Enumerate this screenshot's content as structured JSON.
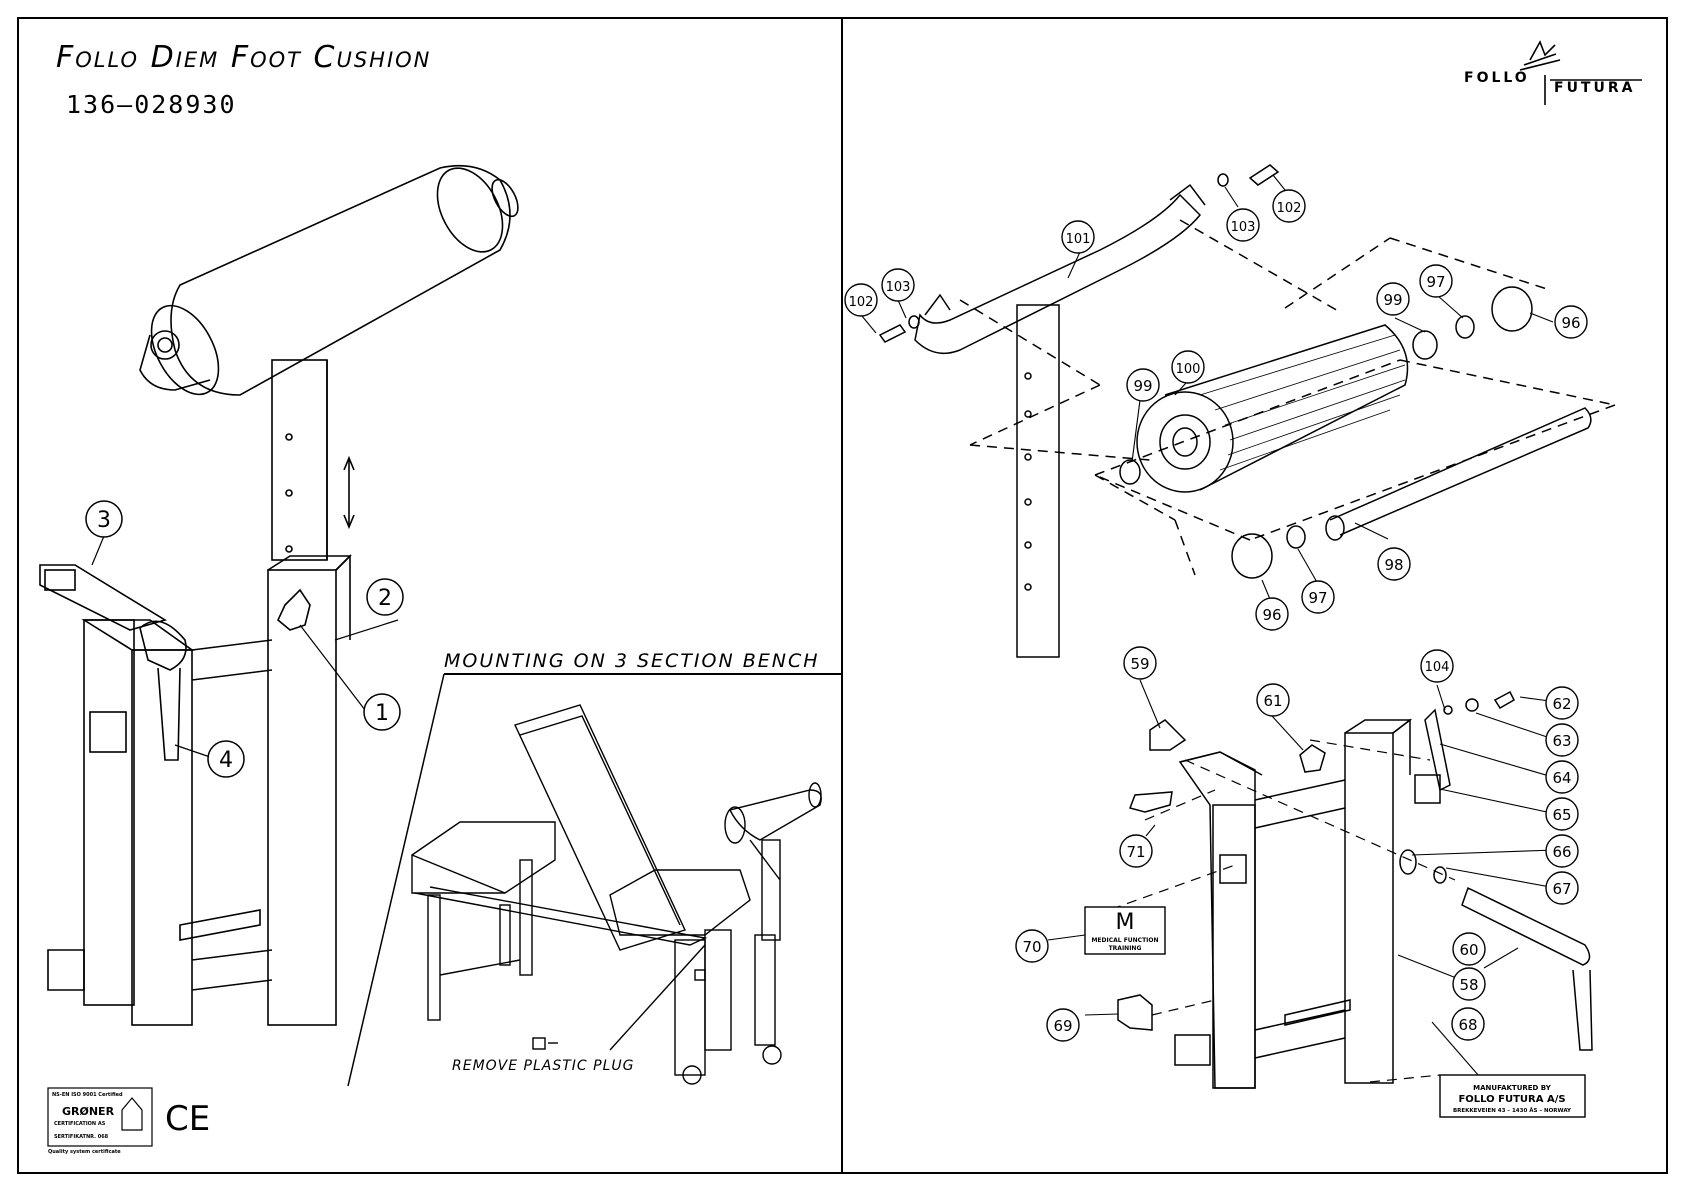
{
  "header": {
    "title": "Follo Diem Foot Cushion",
    "part_number": "136–028930",
    "brand_left": "FOLLO",
    "brand_right": "FUTURA"
  },
  "inset": {
    "title": "MOUNTING ON 3 SECTION BENCH",
    "note": "REMOVE PLASTIC PLUG"
  },
  "left_callouts": [
    "1",
    "2",
    "3",
    "4"
  ],
  "right_callouts": [
    "96",
    "97",
    "98",
    "99",
    "100",
    "101",
    "102",
    "103",
    "104",
    "58",
    "59",
    "60",
    "61",
    "62",
    "63",
    "64",
    "65",
    "66",
    "67",
    "68",
    "69",
    "70",
    "71"
  ],
  "medical_label": {
    "letter": "M",
    "line1": "MEDICAL FUNCTION",
    "line2": "TRAINING"
  },
  "manufacturer_label": {
    "line1": "MANUFAKTURED BY",
    "line2": "FOLLO FUTURA A/S",
    "line3": "BREKKEVEIEN 43 – 1430 ÅS – NORWAY"
  },
  "certification": {
    "line1": "NS-EN ISO 9001 Certified",
    "brand": "GRØNER",
    "line2": "CERTIFICATION AS",
    "line3": "SERTIFIKATNR. 068",
    "line4": "Quality system certificate",
    "ce_mark": "CE"
  }
}
